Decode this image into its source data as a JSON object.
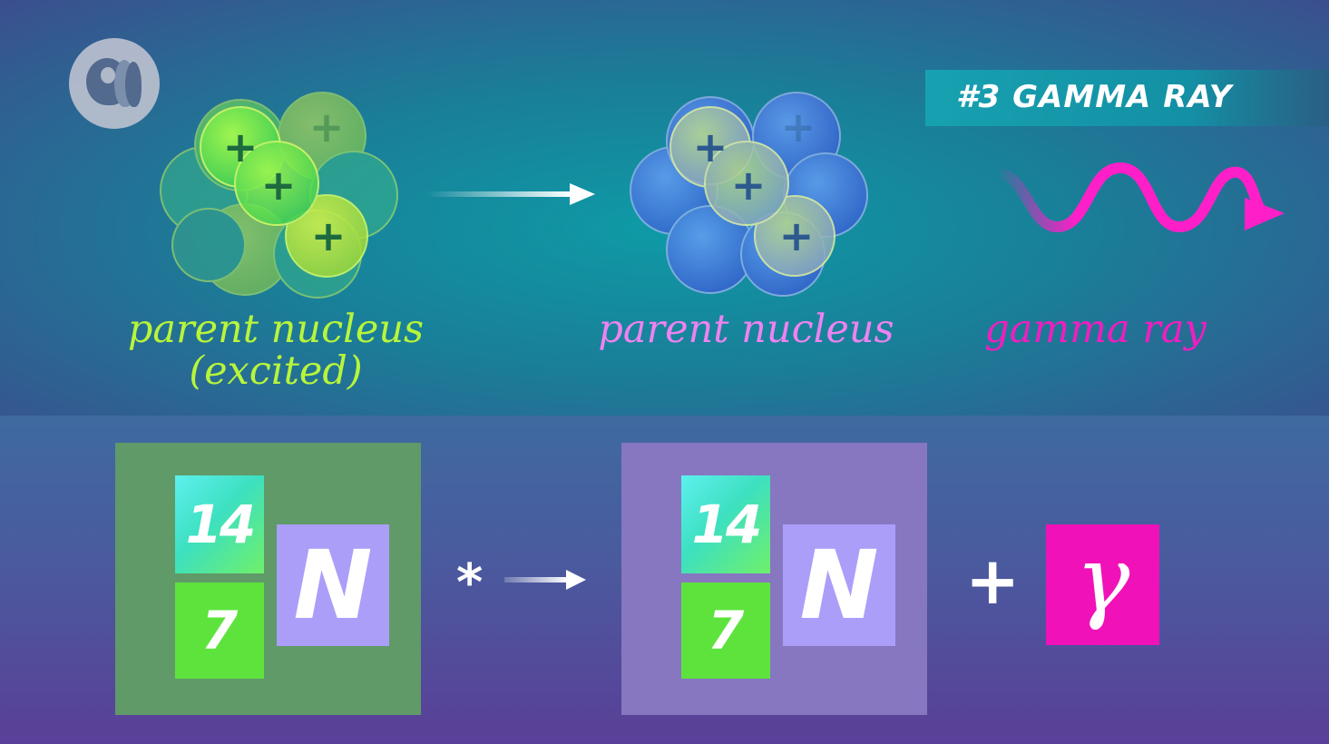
{
  "banner": {
    "text": "#3 GAMMA RAY"
  },
  "top": {
    "left_caption": [
      "parent nucleus",
      "(excited)"
    ],
    "middle_caption": "parent nucleus",
    "right_caption": "gamma ray",
    "proton_sign": "+"
  },
  "equation": {
    "left": {
      "mass_number": "14",
      "atomic_number": "7",
      "symbol": "N",
      "excited_mark": "*"
    },
    "right": {
      "mass_number": "14",
      "atomic_number": "7",
      "symbol": "N"
    },
    "plus": "+",
    "gamma_symbol": "γ"
  },
  "colors": {
    "excited_caption": "#b8f53a",
    "parent_caption": "#ee82f0",
    "gamma_caption": "#f01ec0",
    "gamma_wave": "#ff1fc8",
    "excited_card": "#5f9a68",
    "parent_card": "#8677c0"
  },
  "icons": {
    "logo": "pbs-logo-icon",
    "arrow": "right-arrow-icon",
    "wave": "gamma-wave-icon"
  }
}
